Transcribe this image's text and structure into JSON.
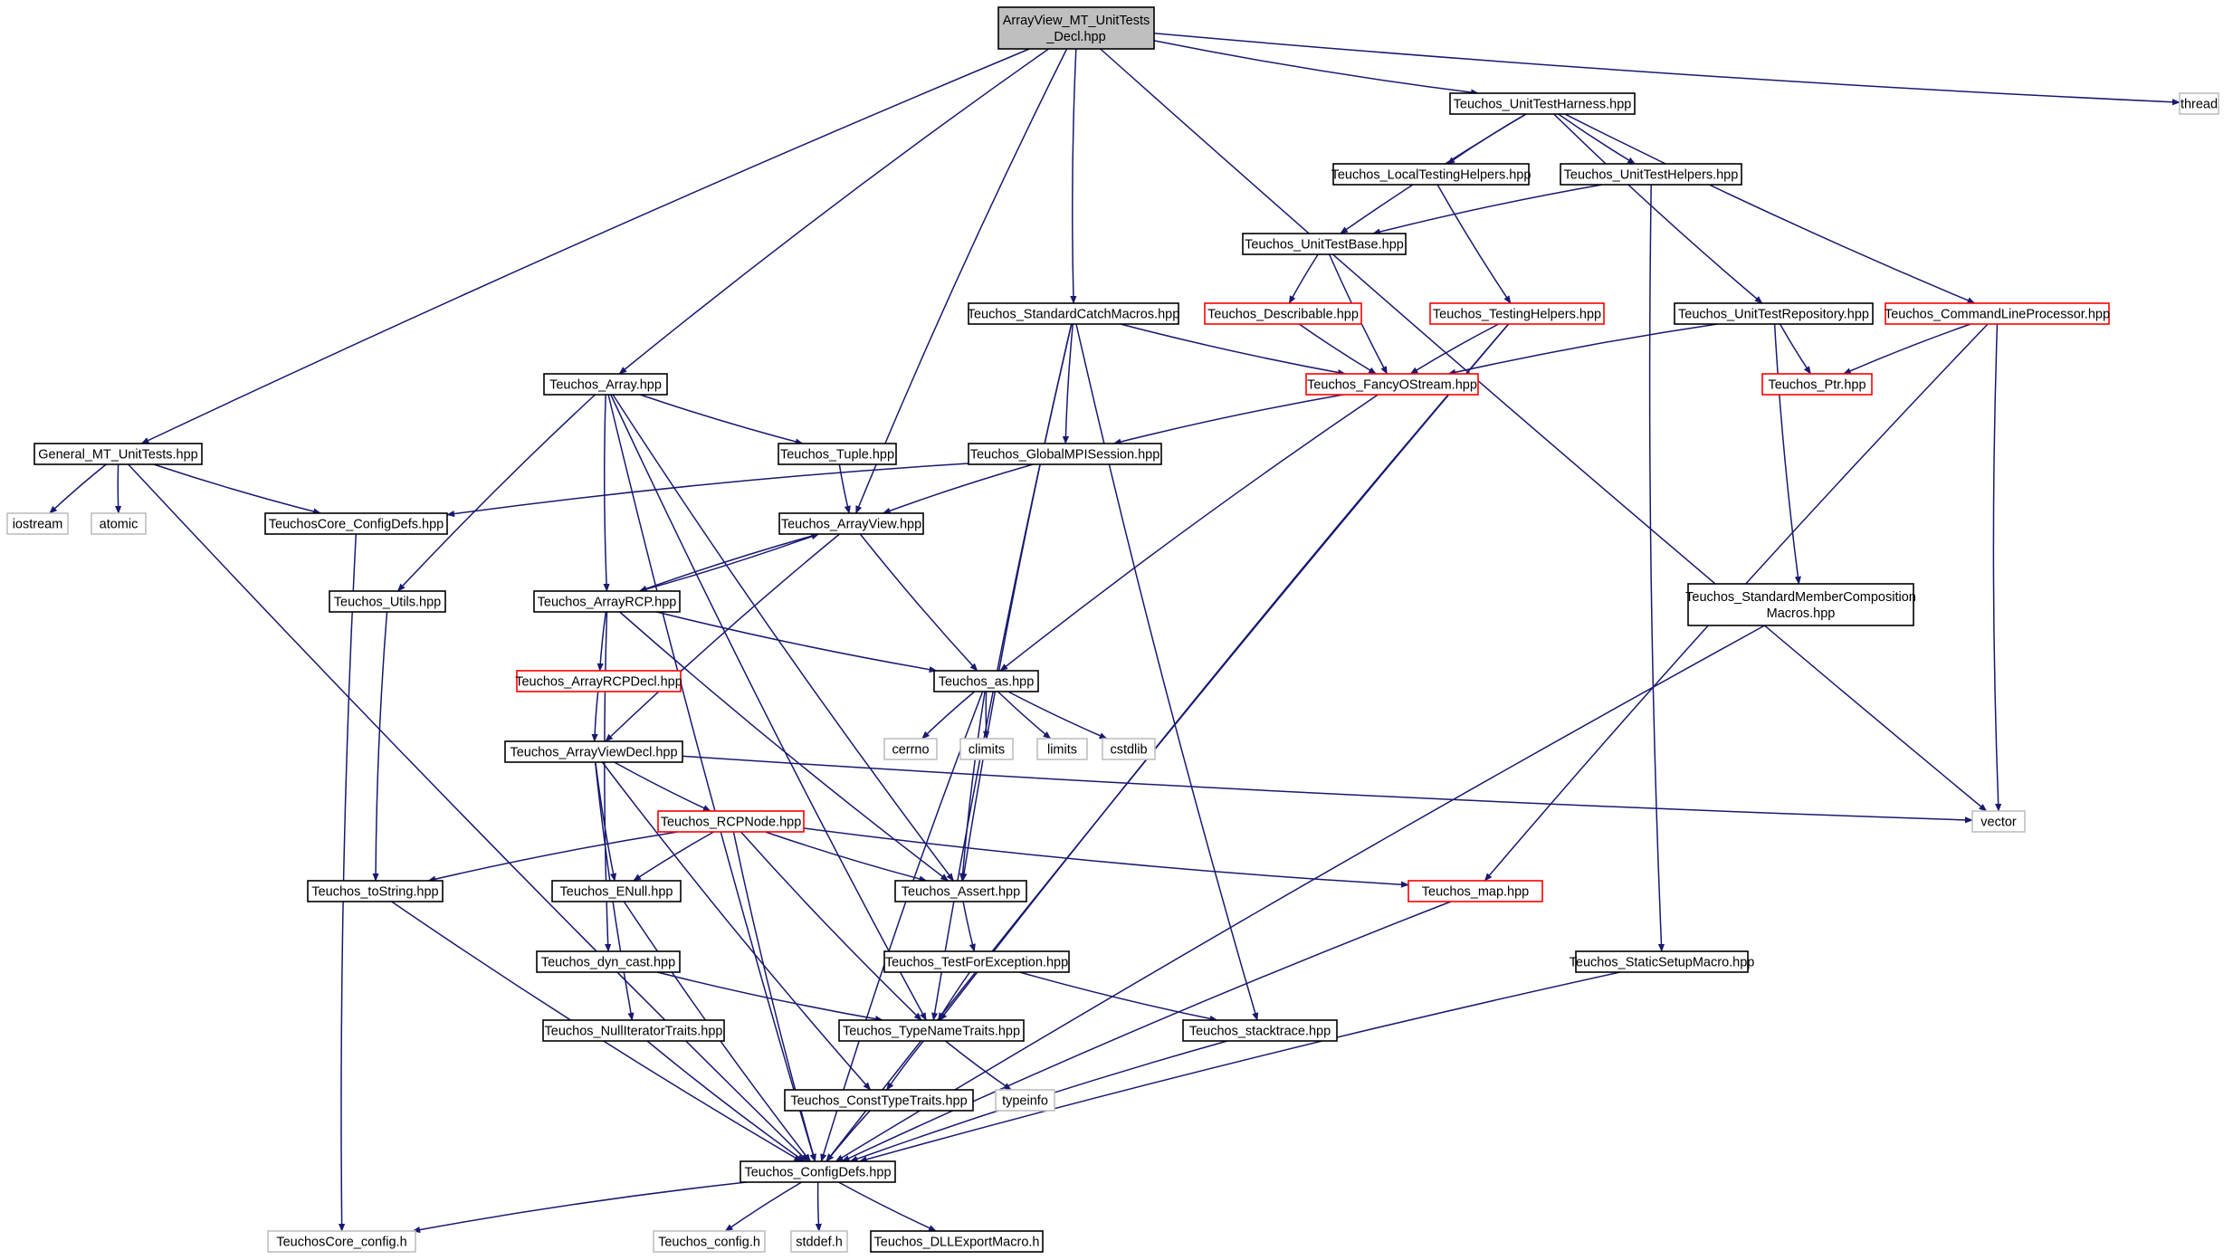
{
  "diagram": {
    "title": "",
    "colors": {
      "edge": "#191970",
      "root_fill": "#bfbfbf",
      "normal_border": "#000000",
      "truncated_border": "#ff0000",
      "external_border": "#bfbfbf",
      "background": "#ffffff"
    },
    "nodes": [
      {
        "id": "root",
        "label": "ArrayView_MT_UnitTests\n_Decl.hpp",
        "kind": "root"
      },
      {
        "id": "thread",
        "label": "thread",
        "kind": "external"
      },
      {
        "id": "harness",
        "label": "Teuchos_UnitTestHarness.hpp",
        "kind": "normal"
      },
      {
        "id": "localtest",
        "label": "Teuchos_LocalTestingHelpers.hpp",
        "kind": "normal"
      },
      {
        "id": "uthelpers",
        "label": "Teuchos_UnitTestHelpers.hpp",
        "kind": "normal"
      },
      {
        "id": "utbase",
        "label": "Teuchos_UnitTestBase.hpp",
        "kind": "normal"
      },
      {
        "id": "stdcatch",
        "label": "Teuchos_StandardCatchMacros.hpp",
        "kind": "normal"
      },
      {
        "id": "describable",
        "label": "Teuchos_Describable.hpp",
        "kind": "truncated"
      },
      {
        "id": "testinghelpers",
        "label": "Teuchos_TestingHelpers.hpp",
        "kind": "truncated"
      },
      {
        "id": "utrepo",
        "label": "Teuchos_UnitTestRepository.hpp",
        "kind": "normal"
      },
      {
        "id": "clp",
        "label": "Teuchos_CommandLineProcessor.hpp",
        "kind": "truncated"
      },
      {
        "id": "array",
        "label": "Teuchos_Array.hpp",
        "kind": "normal"
      },
      {
        "id": "fancy",
        "label": "Teuchos_FancyOStream.hpp",
        "kind": "truncated"
      },
      {
        "id": "ptr",
        "label": "Teuchos_Ptr.hpp",
        "kind": "truncated"
      },
      {
        "id": "general",
        "label": "General_MT_UnitTests.hpp",
        "kind": "normal"
      },
      {
        "id": "tuple",
        "label": "Teuchos_Tuple.hpp",
        "kind": "normal"
      },
      {
        "id": "globalmpi",
        "label": "Teuchos_GlobalMPISession.hpp",
        "kind": "normal"
      },
      {
        "id": "iostream",
        "label": "iostream",
        "kind": "external"
      },
      {
        "id": "atomic",
        "label": "atomic",
        "kind": "external"
      },
      {
        "id": "coreconfigdefs",
        "label": "TeuchosCore_ConfigDefs.hpp",
        "kind": "normal"
      },
      {
        "id": "arrayview",
        "label": "Teuchos_ArrayView.hpp",
        "kind": "normal"
      },
      {
        "id": "utils",
        "label": "Teuchos_Utils.hpp",
        "kind": "normal"
      },
      {
        "id": "arrayrcp",
        "label": "Teuchos_ArrayRCP.hpp",
        "kind": "normal"
      },
      {
        "id": "stdmember",
        "label": "Teuchos_StandardMemberComposition\nMacros.hpp",
        "kind": "normal"
      },
      {
        "id": "arrayrcpdecl",
        "label": "Teuchos_ArrayRCPDecl.hpp",
        "kind": "truncated"
      },
      {
        "id": "as",
        "label": "Teuchos_as.hpp",
        "kind": "normal"
      },
      {
        "id": "cerrno",
        "label": "cerrno",
        "kind": "external"
      },
      {
        "id": "climits",
        "label": "climits",
        "kind": "external"
      },
      {
        "id": "limits",
        "label": "limits",
        "kind": "external"
      },
      {
        "id": "cstdlib",
        "label": "cstdlib",
        "kind": "external"
      },
      {
        "id": "arrayviewdecl",
        "label": "Teuchos_ArrayViewDecl.hpp",
        "kind": "normal"
      },
      {
        "id": "vector",
        "label": "vector",
        "kind": "external"
      },
      {
        "id": "rcpnode",
        "label": "Teuchos_RCPNode.hpp",
        "kind": "truncated"
      },
      {
        "id": "tostring",
        "label": "Teuchos_toString.hpp",
        "kind": "normal"
      },
      {
        "id": "enull",
        "label": "Teuchos_ENull.hpp",
        "kind": "normal"
      },
      {
        "id": "assert",
        "label": "Teuchos_Assert.hpp",
        "kind": "normal"
      },
      {
        "id": "map",
        "label": "Teuchos_map.hpp",
        "kind": "truncated"
      },
      {
        "id": "dyncast",
        "label": "Teuchos_dyn_cast.hpp",
        "kind": "normal"
      },
      {
        "id": "testforexc",
        "label": "Teuchos_TestForException.hpp",
        "kind": "normal"
      },
      {
        "id": "staticsetup",
        "label": "Teuchos_StaticSetupMacro.hpp",
        "kind": "normal"
      },
      {
        "id": "nulliter",
        "label": "Teuchos_NullIteratorTraits.hpp",
        "kind": "normal"
      },
      {
        "id": "typename",
        "label": "Teuchos_TypeNameTraits.hpp",
        "kind": "normal"
      },
      {
        "id": "stacktrace",
        "label": "Teuchos_stacktrace.hpp",
        "kind": "normal"
      },
      {
        "id": "consttype",
        "label": "Teuchos_ConstTypeTraits.hpp",
        "kind": "normal"
      },
      {
        "id": "typeinfo",
        "label": "typeinfo",
        "kind": "external"
      },
      {
        "id": "configdefs",
        "label": "Teuchos_ConfigDefs.hpp",
        "kind": "normal"
      },
      {
        "id": "coreconfig",
        "label": "TeuchosCore_config.h",
        "kind": "external"
      },
      {
        "id": "config",
        "label": "Teuchos_config.h",
        "kind": "external"
      },
      {
        "id": "stddef",
        "label": "stddef.h",
        "kind": "external"
      },
      {
        "id": "dllexport",
        "label": "Teuchos_DLLExportMacro.h",
        "kind": "normal"
      }
    ],
    "edges": [
      [
        "root",
        "harness"
      ],
      [
        "root",
        "thread"
      ],
      [
        "root",
        "vector"
      ],
      [
        "root",
        "general"
      ],
      [
        "root",
        "array"
      ],
      [
        "root",
        "arrayview"
      ],
      [
        "root",
        "stdcatch"
      ],
      [
        "harness",
        "localtest"
      ],
      [
        "harness",
        "uthelpers"
      ],
      [
        "harness",
        "utbase"
      ],
      [
        "harness",
        "utrepo"
      ],
      [
        "harness",
        "clp"
      ],
      [
        "localtest",
        "testinghelpers"
      ],
      [
        "uthelpers",
        "utbase"
      ],
      [
        "uthelpers",
        "staticsetup"
      ],
      [
        "utbase",
        "describable"
      ],
      [
        "utbase",
        "fancy"
      ],
      [
        "describable",
        "fancy"
      ],
      [
        "testinghelpers",
        "fancy"
      ],
      [
        "testinghelpers",
        "typename"
      ],
      [
        "testinghelpers",
        "configdefs"
      ],
      [
        "utrepo",
        "fancy"
      ],
      [
        "utrepo",
        "ptr"
      ],
      [
        "utrepo",
        "stdmember"
      ],
      [
        "clp",
        "ptr"
      ],
      [
        "clp",
        "map"
      ],
      [
        "clp",
        "vector"
      ],
      [
        "stdcatch",
        "fancy"
      ],
      [
        "stdcatch",
        "globalmpi"
      ],
      [
        "stdcatch",
        "assert"
      ],
      [
        "stdcatch",
        "typename"
      ],
      [
        "stdcatch",
        "stacktrace"
      ],
      [
        "fancy",
        "globalmpi"
      ],
      [
        "fancy",
        "as"
      ],
      [
        "array",
        "tuple"
      ],
      [
        "array",
        "arrayrcp"
      ],
      [
        "array",
        "utils"
      ],
      [
        "array",
        "assert"
      ],
      [
        "array",
        "configdefs"
      ],
      [
        "array",
        "typename"
      ],
      [
        "general",
        "iostream"
      ],
      [
        "general",
        "atomic"
      ],
      [
        "general",
        "coreconfigdefs"
      ],
      [
        "general",
        "configdefs"
      ],
      [
        "tuple",
        "arrayview"
      ],
      [
        "globalmpi",
        "arrayview"
      ],
      [
        "globalmpi",
        "coreconfigdefs"
      ],
      [
        "coreconfigdefs",
        "coreconfig"
      ],
      [
        "arrayview",
        "arrayrcp"
      ],
      [
        "arrayview",
        "as"
      ],
      [
        "arrayview",
        "arrayviewdecl"
      ],
      [
        "arrayrcp",
        "arrayview"
      ],
      [
        "arrayrcp",
        "arrayrcpdecl"
      ],
      [
        "arrayrcp",
        "as"
      ],
      [
        "arrayrcp",
        "assert"
      ],
      [
        "arrayrcp",
        "dyncast"
      ],
      [
        "utils",
        "tostring"
      ],
      [
        "arrayrcpdecl",
        "arrayviewdecl"
      ],
      [
        "as",
        "cerrno"
      ],
      [
        "as",
        "climits"
      ],
      [
        "as",
        "limits"
      ],
      [
        "as",
        "cstdlib"
      ],
      [
        "as",
        "assert"
      ],
      [
        "as",
        "configdefs"
      ],
      [
        "arrayviewdecl",
        "rcpnode"
      ],
      [
        "arrayviewdecl",
        "enull"
      ],
      [
        "arrayviewdecl",
        "nulliter"
      ],
      [
        "arrayviewdecl",
        "consttype"
      ],
      [
        "arrayviewdecl",
        "vector"
      ],
      [
        "rcpnode",
        "tostring"
      ],
      [
        "rcpnode",
        "enull"
      ],
      [
        "rcpnode",
        "assert"
      ],
      [
        "rcpnode",
        "map"
      ],
      [
        "rcpnode",
        "typename"
      ],
      [
        "rcpnode",
        "configdefs"
      ],
      [
        "assert",
        "testforexc"
      ],
      [
        "testforexc",
        "typename"
      ],
      [
        "testforexc",
        "stacktrace"
      ],
      [
        "tostring",
        "configdefs"
      ],
      [
        "enull",
        "configdefs"
      ],
      [
        "map",
        "configdefs"
      ],
      [
        "dyncast",
        "typename"
      ],
      [
        "nulliter",
        "configdefs"
      ],
      [
        "typename",
        "consttype"
      ],
      [
        "typename",
        "typeinfo"
      ],
      [
        "stacktrace",
        "configdefs"
      ],
      [
        "consttype",
        "configdefs"
      ],
      [
        "stdmember",
        "configdefs"
      ],
      [
        "staticsetup",
        "configdefs"
      ],
      [
        "configdefs",
        "coreconfig"
      ],
      [
        "configdefs",
        "config"
      ],
      [
        "configdefs",
        "stddef"
      ],
      [
        "configdefs",
        "dllexport"
      ]
    ]
  }
}
